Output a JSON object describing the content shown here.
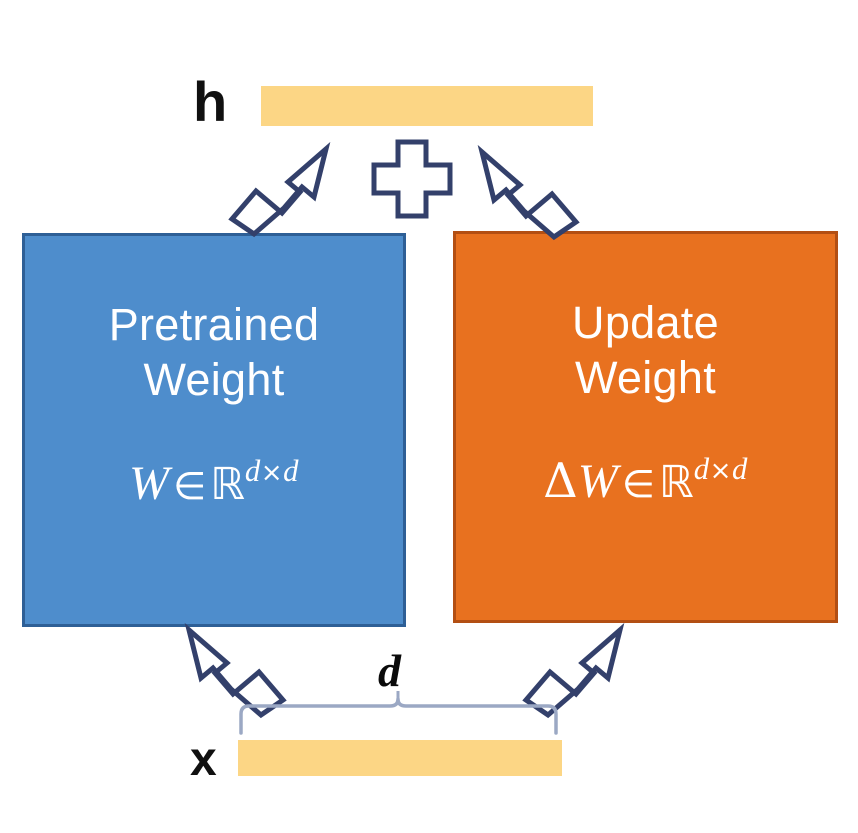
{
  "diagram": {
    "title": "LoRA additive weight update diagram",
    "colors": {
      "pretrained_fill": "#4E8DCC",
      "pretrained_stroke": "#2E5F96",
      "update_fill": "#E8711F",
      "update_stroke": "#B34F13",
      "vector_fill": "#FCD685",
      "arrow_stroke": "#33406B",
      "brace_stroke": "#9BA8C4",
      "background": "#FFFFFF",
      "text_light": "#FFFFFF",
      "text_dark": "#101010"
    }
  },
  "output": {
    "label": "h",
    "bar_name": "output-vector-bar"
  },
  "input": {
    "label": "x",
    "bar_name": "input-vector-bar"
  },
  "dimension": {
    "label": "d"
  },
  "operator": {
    "symbol": "+",
    "name": "plus-operator"
  },
  "boxes": [
    {
      "id": "pretrained",
      "title_line1": "Pretrained",
      "title_line2": "Weight",
      "formula": {
        "symbol": "W",
        "member": "∈",
        "set": "ℝ",
        "exponent_left": "d",
        "exponent_times": "×",
        "exponent_right": "d",
        "plain": "W ∈ ℝ^(d×d)"
      }
    },
    {
      "id": "update",
      "title_line1": "Update",
      "title_line2": "Weight",
      "formula": {
        "symbol": "W",
        "delta": "Δ",
        "member": "∈",
        "set": "ℝ",
        "exponent_left": "d",
        "exponent_times": "×",
        "exponent_right": "d",
        "plain": "ΔW ∈ ℝ^(d×d)"
      }
    }
  ],
  "arrows": [
    {
      "name": "arrow-pretrained-to-output",
      "direction": "up-right"
    },
    {
      "name": "arrow-update-to-output",
      "direction": "up-left"
    },
    {
      "name": "arrow-input-to-pretrained",
      "direction": "up-left"
    },
    {
      "name": "arrow-input-to-update",
      "direction": "up-right"
    }
  ]
}
